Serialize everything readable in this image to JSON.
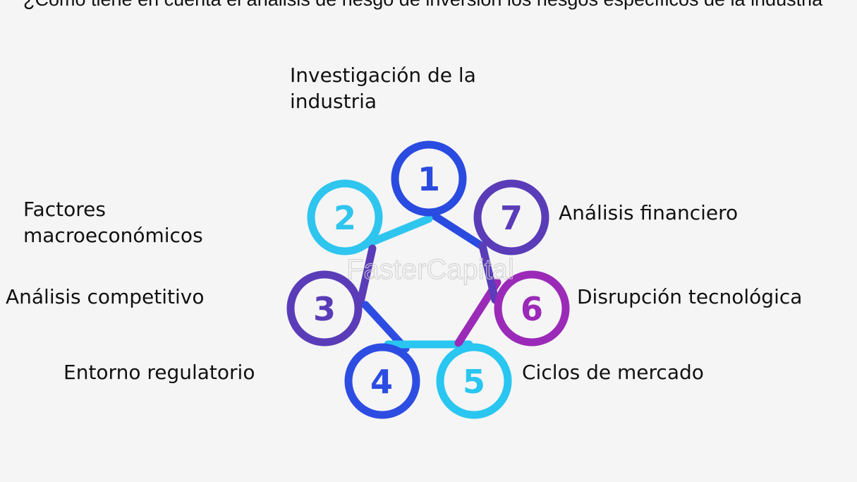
{
  "title": "¿Cómo tiene en cuenta el análisis de riesgo de inversión los riesgos específicos de la industria",
  "watermark": "FasterCapital",
  "steps": [
    {
      "n": "1",
      "label": "Investigación de la industria",
      "color": "#2a4be0"
    },
    {
      "n": "2",
      "label": "Factores macroeconómicos",
      "color": "#2ec5ef"
    },
    {
      "n": "3",
      "label": "Análisis competitivo",
      "color": "#5a3cb8"
    },
    {
      "n": "4",
      "label": "Entorno regulatorio",
      "color": "#2d4de2"
    },
    {
      "n": "5",
      "label": "Ciclos de mercado",
      "color": "#28c6f0"
    },
    {
      "n": "6",
      "label": "Disrupción tecnológica",
      "color": "#9b2ab8"
    },
    {
      "n": "7",
      "label": "Análisis financiero",
      "color": "#5a3cb8"
    }
  ]
}
